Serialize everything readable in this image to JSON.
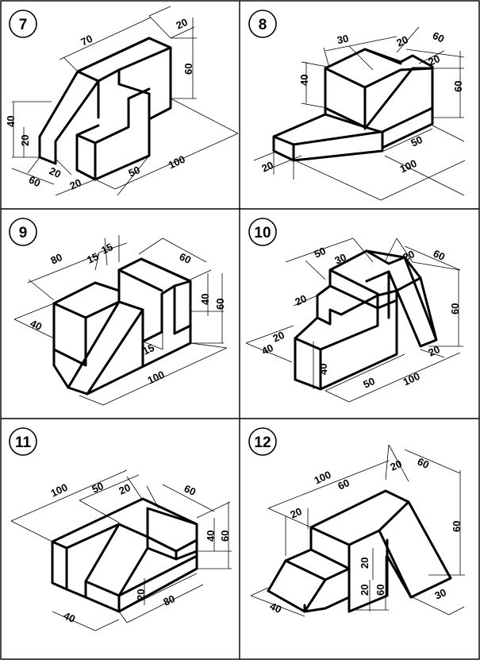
{
  "panels": [
    {
      "number": "7",
      "dims": [
        "70",
        "20",
        "60",
        "40",
        "20",
        "60",
        "20",
        "20",
        "50",
        "100"
      ]
    },
    {
      "number": "8",
      "dims": [
        "30",
        "20",
        "60",
        "20",
        "40",
        "60",
        "50",
        "20",
        "100"
      ]
    },
    {
      "number": "9",
      "dims": [
        "80",
        "15",
        "15",
        "60",
        "40",
        "40",
        "60",
        "15",
        "100"
      ]
    },
    {
      "number": "10",
      "dims": [
        "50",
        "30",
        "20",
        "60",
        "20",
        "60",
        "20",
        "40",
        "40",
        "20",
        "50",
        "100"
      ]
    },
    {
      "number": "11",
      "dims": [
        "100",
        "50",
        "20",
        "60",
        "40",
        "60",
        "20",
        "40",
        "80"
      ]
    },
    {
      "number": "12",
      "dims": [
        "100",
        "20",
        "60",
        "60",
        "20",
        "60",
        "20",
        "20",
        "60",
        "40",
        "30"
      ]
    }
  ]
}
